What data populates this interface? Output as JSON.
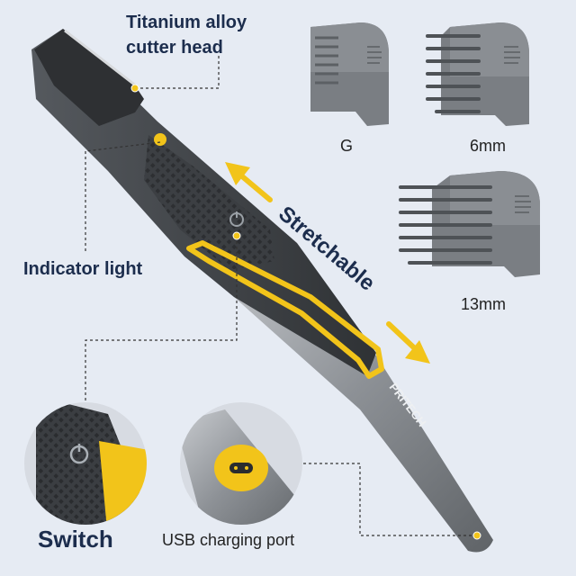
{
  "callouts": {
    "cutter_head_line1": "Titanium alloy",
    "cutter_head_line2": "cutter head",
    "indicator_light": "Indicator light",
    "switch": "Switch",
    "usb_port": "USB charging port"
  },
  "combs": [
    {
      "label": "G"
    },
    {
      "label": "6mm"
    },
    {
      "label": "13mm"
    }
  ],
  "feature": {
    "stretchable": "Stretchable"
  },
  "brand": "PRITECH",
  "colors": {
    "background": "#e6ebf3",
    "accent_yellow": "#f2c41a",
    "body_dark": "#3b3e42",
    "metal": "#9a9ea3",
    "label_navy": "#1c2d4d"
  },
  "icons": {
    "power": "power-icon"
  }
}
